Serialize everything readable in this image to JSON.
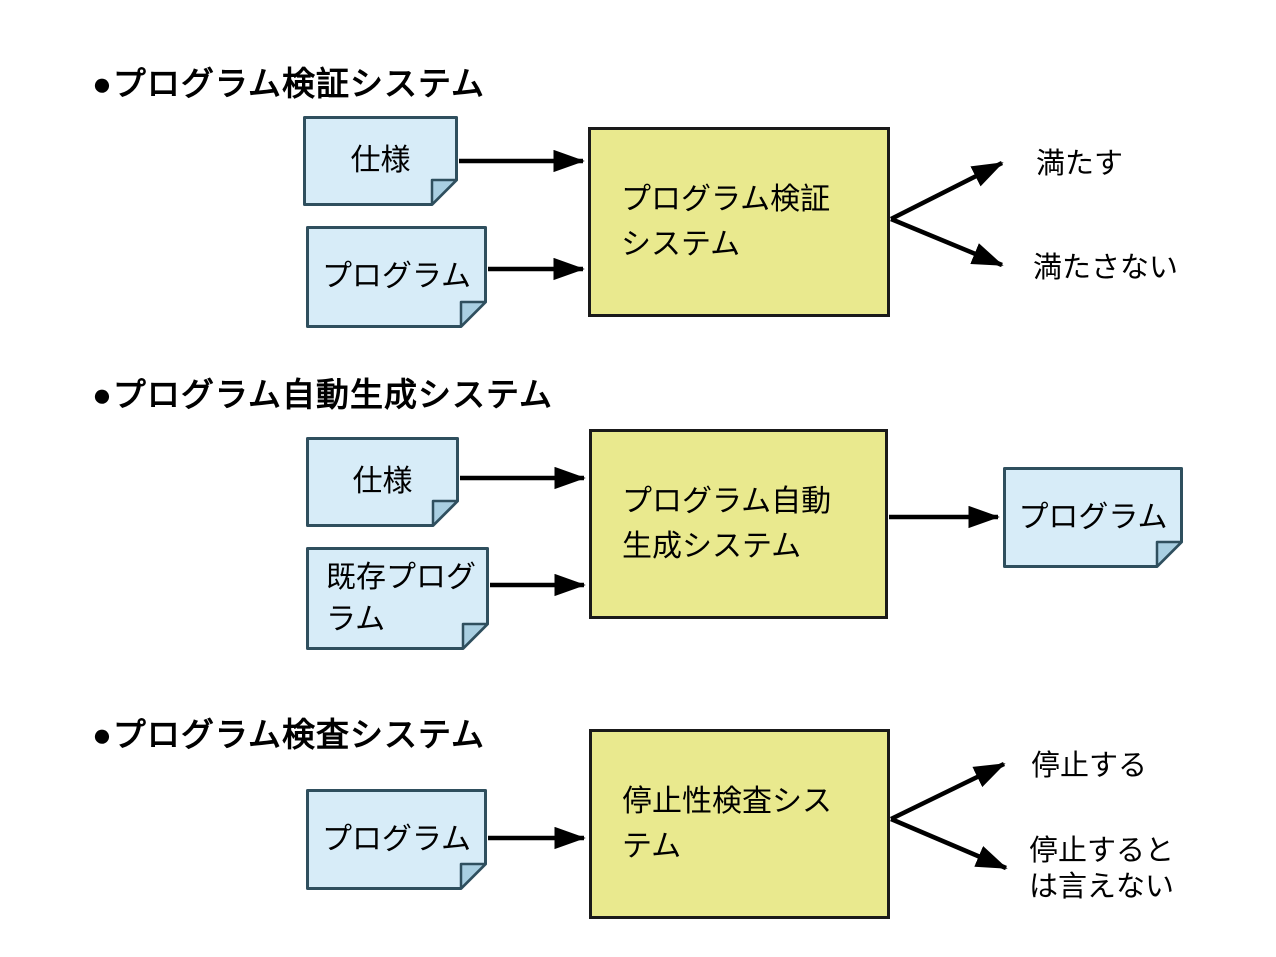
{
  "colors": {
    "note_fill": "#d7ecf8",
    "note_border": "#2f4f5e",
    "note_fold": "#a9cfe2",
    "process_fill": "#e9e98e",
    "process_border": "#1a1a1a",
    "arrow": "#000000"
  },
  "sections": [
    {
      "id": "verification",
      "heading": "●プログラム検証システム",
      "inputs": [
        "仕様",
        "プログラム"
      ],
      "process": "プログラム検証\nシステム",
      "outputs": [
        "満たす",
        "満たさない"
      ]
    },
    {
      "id": "generation",
      "heading": "●プログラム自動生成システム",
      "inputs": [
        "仕様",
        "既存プログ\nラム"
      ],
      "process": "プログラム自動\n生成システム",
      "outputs": [
        "プログラム"
      ]
    },
    {
      "id": "inspection",
      "heading": "●プログラム検査システム",
      "inputs": [
        "プログラム"
      ],
      "process": "停止性検査シス\nテム",
      "outputs": [
        "停止する",
        "停止すると\nは言えない"
      ]
    }
  ]
}
